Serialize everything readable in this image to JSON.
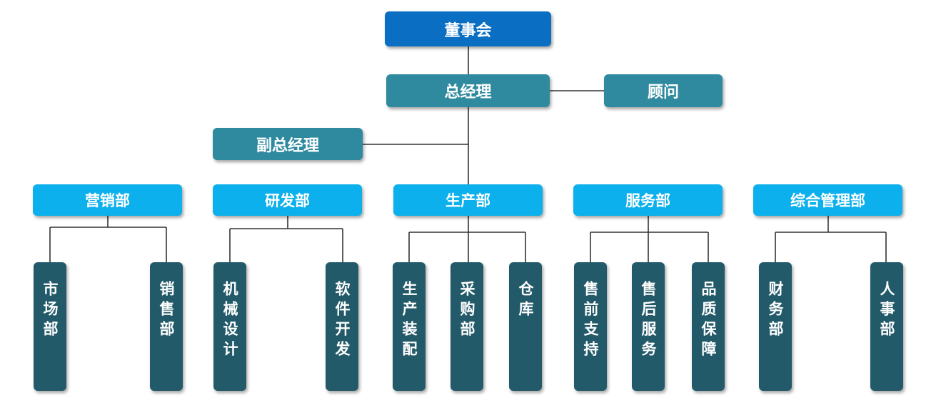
{
  "board": "董事会",
  "gm": "总经理",
  "advisor": "顾问",
  "deputy": "副总经理",
  "departments": [
    {
      "name": "营销部",
      "subs": [
        "市场部",
        "销售部"
      ]
    },
    {
      "name": "研发部",
      "subs": [
        "机械设计",
        "软件开发"
      ]
    },
    {
      "name": "生产部",
      "subs": [
        "生产装配",
        "采购部",
        "仓库"
      ]
    },
    {
      "name": "服务部",
      "subs": [
        "售前支持",
        "售后服务",
        "品质保障"
      ]
    },
    {
      "name": "综合管理部",
      "subs": [
        "财务部",
        "人事部"
      ]
    }
  ],
  "colors": {
    "board": "#0a6fc2",
    "management": "#2f8a9f",
    "department": "#0bb0ec",
    "sub_department": "#235a6a",
    "connector": "#333333"
  }
}
